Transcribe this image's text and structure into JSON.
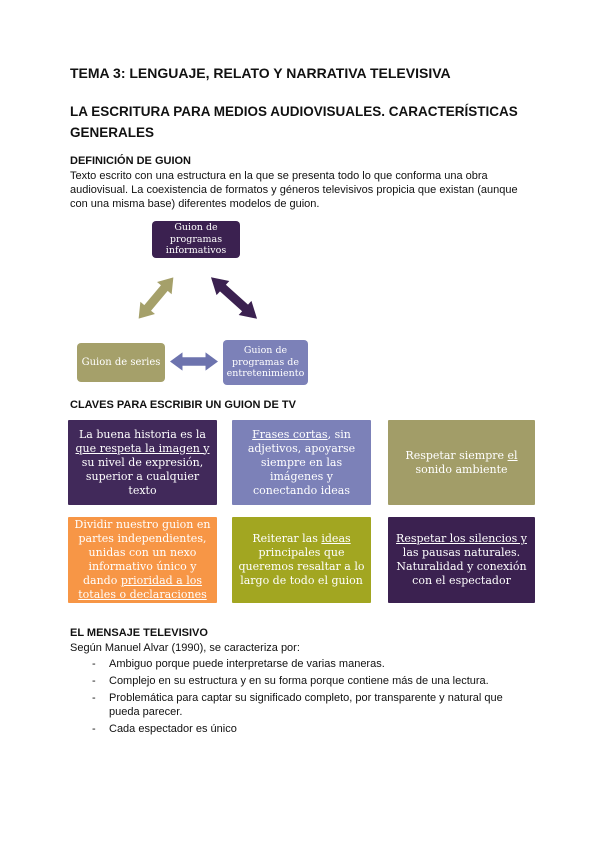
{
  "doc": {
    "title": "TEMA 3: LENGUAJE, RELATO Y NARRATIVA TELEVISIVA",
    "subtitle": "LA ESCRITURA PARA MEDIOS AUDIOVISUALES. CARACTERÍSTICAS GENERALES"
  },
  "definicion": {
    "heading": "DEFINICIÓN DE GUION",
    "body": "Texto escrito con una estructura en la que se presenta todo lo que conforma una obra audiovisual. La coexistencia de formatos y géneros televisivos propicia que existan (aunque con una misma base) diferentes modelos de guion."
  },
  "diagram": {
    "nodes": {
      "informativos": "Guion de programas informativos",
      "series": "Guion de series",
      "entretenimiento": "Guion de programas de entretenimiento"
    },
    "colors": {
      "dark_purple": "#3b2150",
      "olive": "#a5a06a",
      "periwinkle": "#7c81b8",
      "arrow_periwinkle": "#6d73ae"
    }
  },
  "claves": {
    "heading": "CLAVES PARA ESCRIBIR UN GUION DE TV",
    "boxes": [
      {
        "bg": "#41295a",
        "segments": [
          {
            "t": "La buena historia es la "
          },
          {
            "t": "que respeta la imagen y",
            "u": true
          },
          {
            "t": " su nivel de expresión, superior a cualquier texto"
          }
        ]
      },
      {
        "bg": "#7c81b8",
        "segments": [
          {
            "t": "Frases cortas",
            "u": true
          },
          {
            "t": ", sin adjetivos, apoyarse siempre en las imágenes y conectando ideas"
          }
        ]
      },
      {
        "bg": "#a29d68",
        "segments": [
          {
            "t": "Respetar siempre "
          },
          {
            "t": "el",
            "u": true
          },
          {
            "t": " sonido ambiente"
          }
        ]
      },
      {
        "bg": "#f79646",
        "segments": [
          {
            "t": "Dividir nuestro guion en partes independientes, unidas con un nexo informativo único y dando "
          },
          {
            "t": "prioridad a los totales o declaraciones",
            "u": true
          }
        ]
      },
      {
        "bg": "#a2a621",
        "segments": [
          {
            "t": "Reiterar las "
          },
          {
            "t": "ideas",
            "u": true
          },
          {
            "t": " principales que queremos resaltar a lo largo de todo el guion"
          }
        ]
      },
      {
        "bg": "#3b2150",
        "segments": [
          {
            "t": "Respetar los silencios y",
            "u": true
          },
          {
            "t": " las pausas naturales. Naturalidad y conexión con el espectador"
          }
        ]
      }
    ]
  },
  "mensaje": {
    "heading": "EL MENSAJE TELEVISIVO",
    "intro": "Según Manuel Alvar (1990), se caracteriza por:",
    "marker": "-",
    "bullets": [
      "Ambiguo porque puede interpretarse de varias maneras.",
      "Complejo en su estructura y en su forma porque contiene más de una lectura.",
      "Problemática para captar su significado completo, por transparente y natural que pueda parecer.",
      "Cada espectador es único"
    ]
  }
}
